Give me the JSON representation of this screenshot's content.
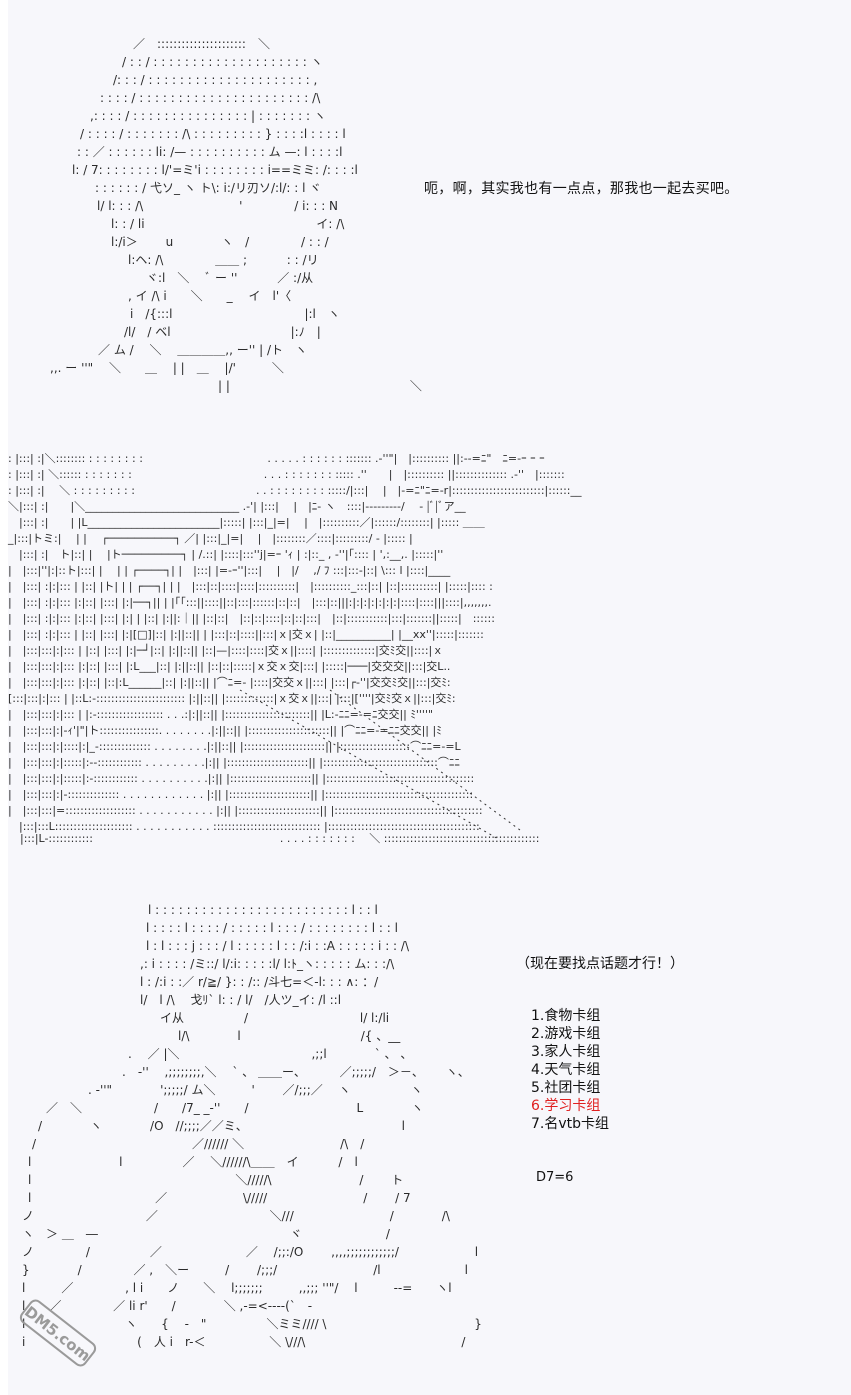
{
  "panel1": {
    "dialogue": "呃，啊，其实我也有一点点，那我也一起去买吧。"
  },
  "panel3": {
    "thought": "（现在要找点话题才行！）",
    "options": [
      {
        "label": "1.食物卡组",
        "selected": false
      },
      {
        "label": "2.游戏卡组",
        "selected": false
      },
      {
        "label": "3.家人卡组",
        "selected": false
      },
      {
        "label": "4.天气卡组",
        "selected": false
      },
      {
        "label": "5.社团卡组",
        "selected": false
      },
      {
        "label": "6.学习卡组",
        "selected": true
      },
      {
        "label": "7.名vtb卡组",
        "selected": false
      }
    ],
    "dice_result": "D7=6"
  },
  "watermark": {
    "text": "DM5.com"
  },
  "colors": {
    "page_background": "#f7f7fb",
    "text": "#111111",
    "selected_option": "#e02020",
    "watermark": "#9a9a9a"
  }
}
